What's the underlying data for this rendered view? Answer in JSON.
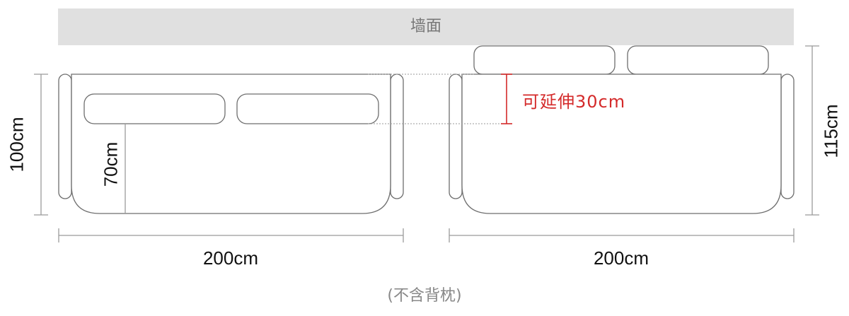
{
  "wall": {
    "label": "墙面",
    "color": "#e0e0e0"
  },
  "left_sofa": {
    "depth_label": "100cm",
    "seat_depth_label": "70cm",
    "width_label": "200cm"
  },
  "right_sofa": {
    "depth_label": "115cm",
    "width_label": "200cm",
    "extension_label": "可延伸30cm",
    "extension_color": "#d42a2a"
  },
  "footnote": "(不含背枕)"
}
